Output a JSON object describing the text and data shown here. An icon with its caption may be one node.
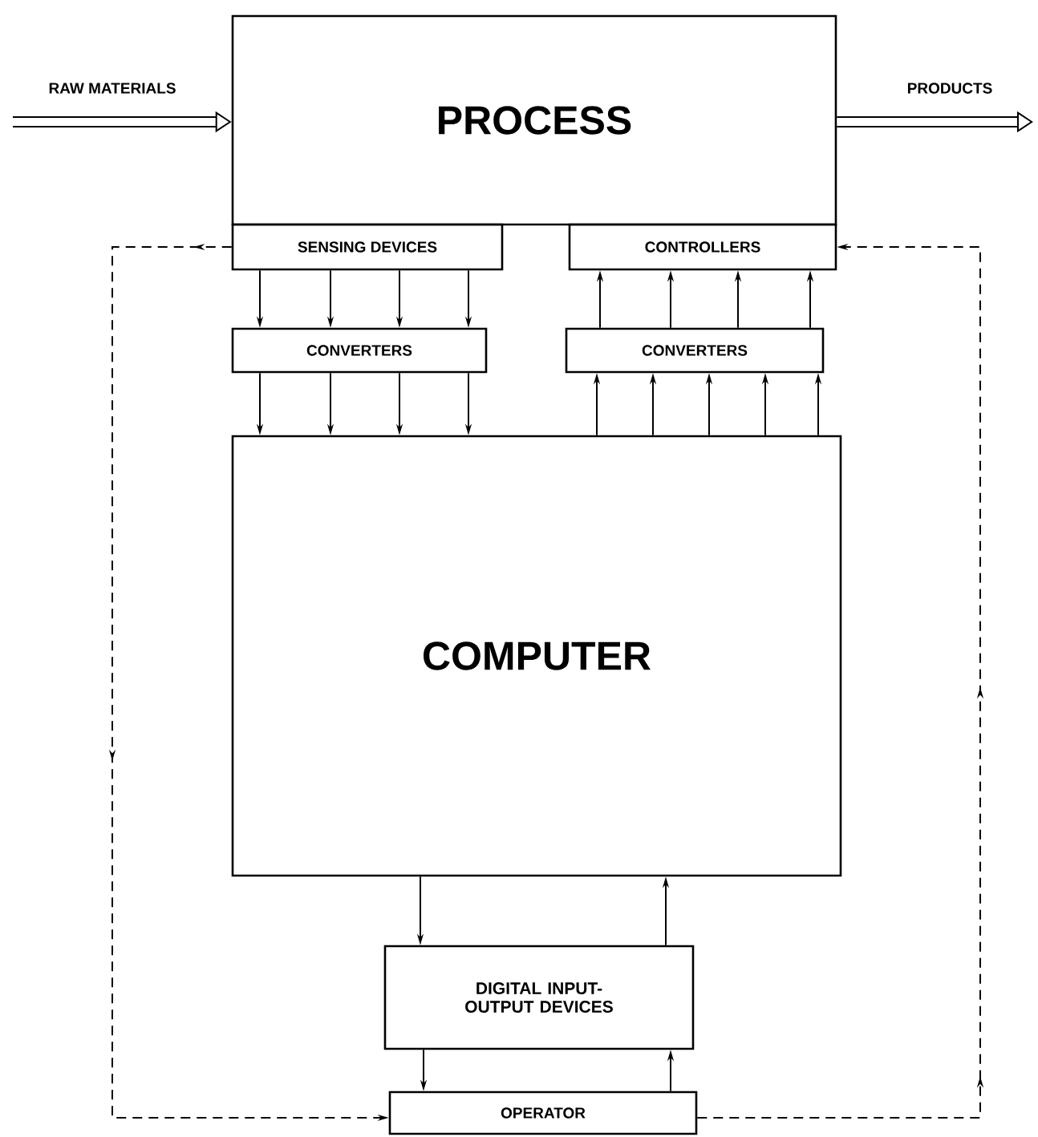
{
  "diagram": {
    "nodes": [
      {
        "text": [
          "PROCESS"
        ]
      },
      {
        "text": [
          "SENSING DEVICES"
        ]
      },
      {
        "text": [
          "CONTROLLERS"
        ]
      },
      {
        "text": [
          "CONVERTERS"
        ]
      },
      {
        "text": [
          "CONVERTERS"
        ]
      },
      {
        "text": [
          "COMPUTER"
        ]
      },
      {
        "text": [
          "DIGITAL INPUT-OUTPUT DEVICES"
        ]
      },
      {
        "text": [
          "OPERATOR"
        ]
      }
    ],
    "edges": [
      {
        "from": 1,
        "to": 3,
        "arrow": "to"
      },
      {
        "from": 1,
        "to": 3,
        "arrow": "to"
      },
      {
        "from": 1,
        "to": 3,
        "arrow": "to"
      },
      {
        "from": 1,
        "to": 3,
        "arrow": "to"
      },
      {
        "from": 3,
        "to": 5,
        "arrow": "to"
      },
      {
        "from": 3,
        "to": 5,
        "arrow": "to"
      },
      {
        "from": 3,
        "to": 5,
        "arrow": "to"
      },
      {
        "from": 3,
        "to": 5,
        "arrow": "to"
      },
      {
        "from": 4,
        "to": 2,
        "arrow": "to"
      },
      {
        "from": 4,
        "to": 2,
        "arrow": "to"
      },
      {
        "from": 4,
        "to": 2,
        "arrow": "to"
      },
      {
        "from": 4,
        "to": 2,
        "arrow": "to"
      },
      {
        "from": 5,
        "to": 4,
        "arrow": "to"
      },
      {
        "from": 5,
        "to": 4,
        "arrow": "to"
      },
      {
        "from": 5,
        "to": 4,
        "arrow": "to"
      },
      {
        "from": 5,
        "to": 4,
        "arrow": "to"
      },
      {
        "from": 5,
        "to": 4,
        "arrow": "to"
      },
      {
        "from": 5,
        "to": 6,
        "arrow": "to"
      },
      {
        "from": 6,
        "to": 5,
        "arrow": "to"
      },
      {
        "from": 6,
        "to": 7,
        "arrow": "to"
      },
      {
        "from": 7,
        "to": 6,
        "arrow": "to"
      },
      {
        "from": 1,
        "to": 7,
        "arrow": "to",
        "style": "dashed"
      },
      {
        "from": 7,
        "to": 2,
        "arrow": "to",
        "style": "dashed"
      },
      {
        "from": null,
        "to": 0,
        "arrow": "to",
        "style": "thick",
        "label": "RAW MATERIALS"
      },
      {
        "from": 0,
        "to": null,
        "arrow": "to",
        "style": "thick",
        "label": "PRODUCTS"
      }
    ]
  }
}
